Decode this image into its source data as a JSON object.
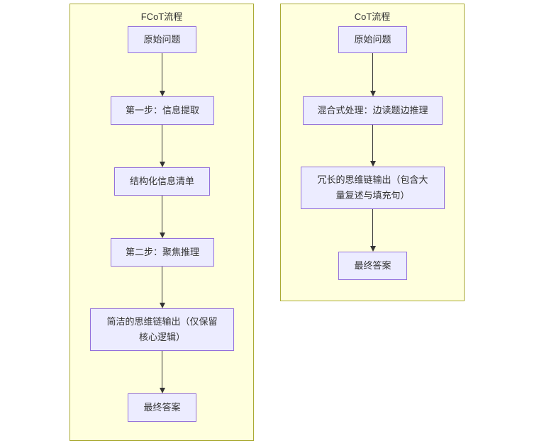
{
  "colors": {
    "page_background": "#ffffff",
    "subgraph_fill": "#ffffde",
    "subgraph_border": "#aaaa33",
    "node_fill": "#ececff",
    "node_border": "#9370db",
    "arrow": "#333333",
    "text": "#333333"
  },
  "flowcharts": [
    {
      "title": "FCoT流程",
      "nodes": [
        {
          "label": "原始问题"
        },
        {
          "label": "第一步：信息提取"
        },
        {
          "label": "结构化信息清单"
        },
        {
          "label": "第二步：聚焦推理"
        },
        {
          "label": "简洁的思维链输出（仅保留\n核心逻辑）"
        },
        {
          "label": "最终答案"
        }
      ]
    },
    {
      "title": "CoT流程",
      "nodes": [
        {
          "label": "原始问题"
        },
        {
          "label": "混合式处理：边读题边推理"
        },
        {
          "label": "冗长的思维链输出（包含大\n量复述与填充句）"
        },
        {
          "label": "最终答案"
        }
      ]
    }
  ]
}
